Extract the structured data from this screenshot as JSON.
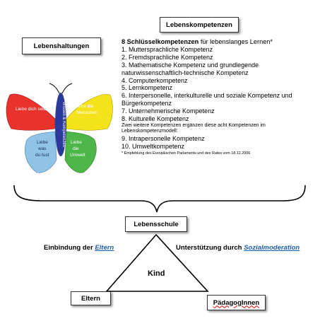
{
  "boxes": {
    "lebenskompetenzen": "Lebenskompetenzen",
    "lebenshaltungen": "Lebenshaltungen",
    "lebensschule": "Lebensschule",
    "eltern": "Eltern",
    "paedagogen": "PädagogInnen"
  },
  "competences": {
    "heading_bold": "8 Schlüsselkompetenzen",
    "heading_rest": " für lebenslanges Lernen*",
    "items": [
      "1. Muttersprachliche Kompetenz",
      "2. Fremdsprachliche Kompetenz",
      "3. Mathematische Kompetenz und grundlegende naturwissenschaftlich-technische Kompetenz",
      "4. Computerkompetenz",
      "5. Lernkompetenz",
      "6. Interpersonelle, interkulturelle und soziale Kompetenz und Bürgerkompetenz",
      "7. Unternehmerische Kompetenz",
      "8. Kulturelle Kompetenz"
    ],
    "extra_note": "Zwei weitere Kompetenzen ergänzen diese acht Kompetenzen im Lebenskompetenzmodell:",
    "extra_items": [
      "9. Intrapersonelle Kompetenz",
      "10. Umweltkompetenz"
    ],
    "footnote": "* Empfehlung des Europäischen Parlaments und des Rates vom 18.12.2006"
  },
  "butterfly": {
    "wing_top_left": "Liebe dich selbst",
    "wing_top_right": "Liebe die Menschen",
    "wing_bottom_left_line1": "Liebe",
    "wing_bottom_left_line2": "was",
    "wing_bottom_left_line3": "du tust",
    "wing_bottom_right_line1": "Liebe",
    "wing_bottom_right_line2": "die",
    "wing_bottom_right_line3": "Umwelt",
    "body_text": "Wissen & Kompetenzen",
    "colors": {
      "top_left": "#e8322b",
      "top_right": "#f4e21a",
      "bottom_left": "#8fc4e8",
      "bottom_right": "#4cb648",
      "body": "#2b3a9a"
    }
  },
  "triangle": {
    "center": "Kind",
    "left_prefix": "Einbindung der ",
    "left_link": "Eltern",
    "right_prefix": "Unterstützung durch ",
    "right_link": "Sozialmoderation",
    "link_color": "#1f5fb0"
  }
}
